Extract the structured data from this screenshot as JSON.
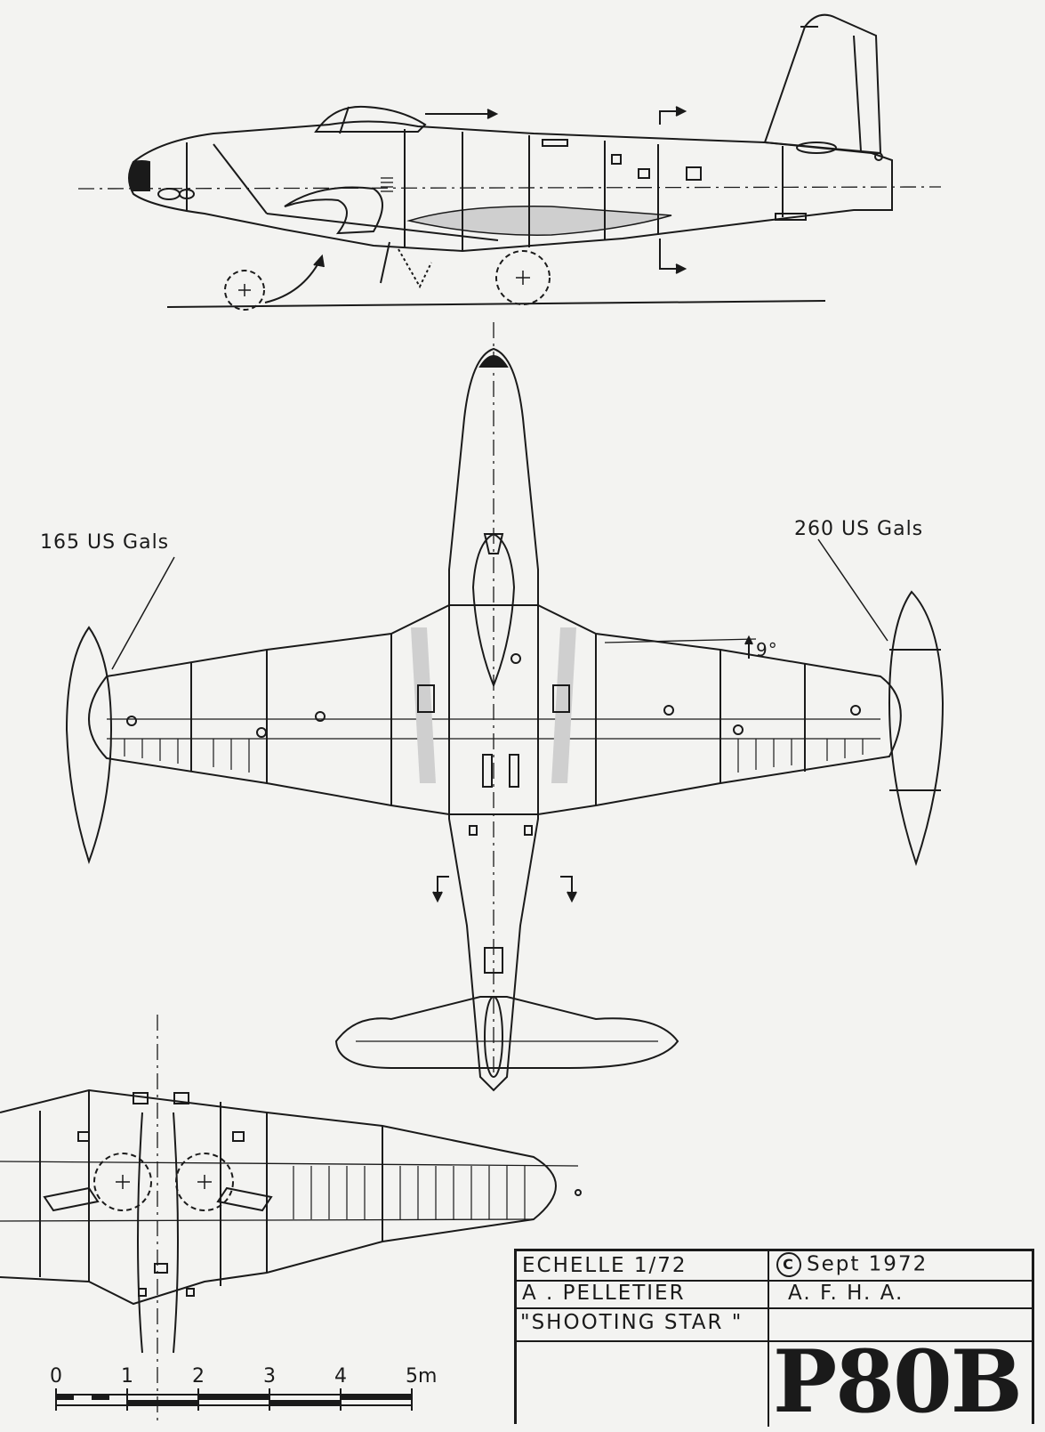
{
  "labels": {
    "left_tank": "165 US Gals",
    "right_tank": "260 US Gals",
    "dihedral": "9°"
  },
  "title_block": {
    "scale": "ECHELLE  1/72",
    "copyright_symbol": "C",
    "date": "Sept  1972",
    "author": "A . PELLETIER",
    "organization": "A. F. H. A.",
    "name": "\"SHOOTING STAR \"",
    "designation": "P80B"
  },
  "scale_bar": {
    "ticks": [
      "0",
      "1",
      "2",
      "3",
      "4",
      "5m"
    ]
  }
}
